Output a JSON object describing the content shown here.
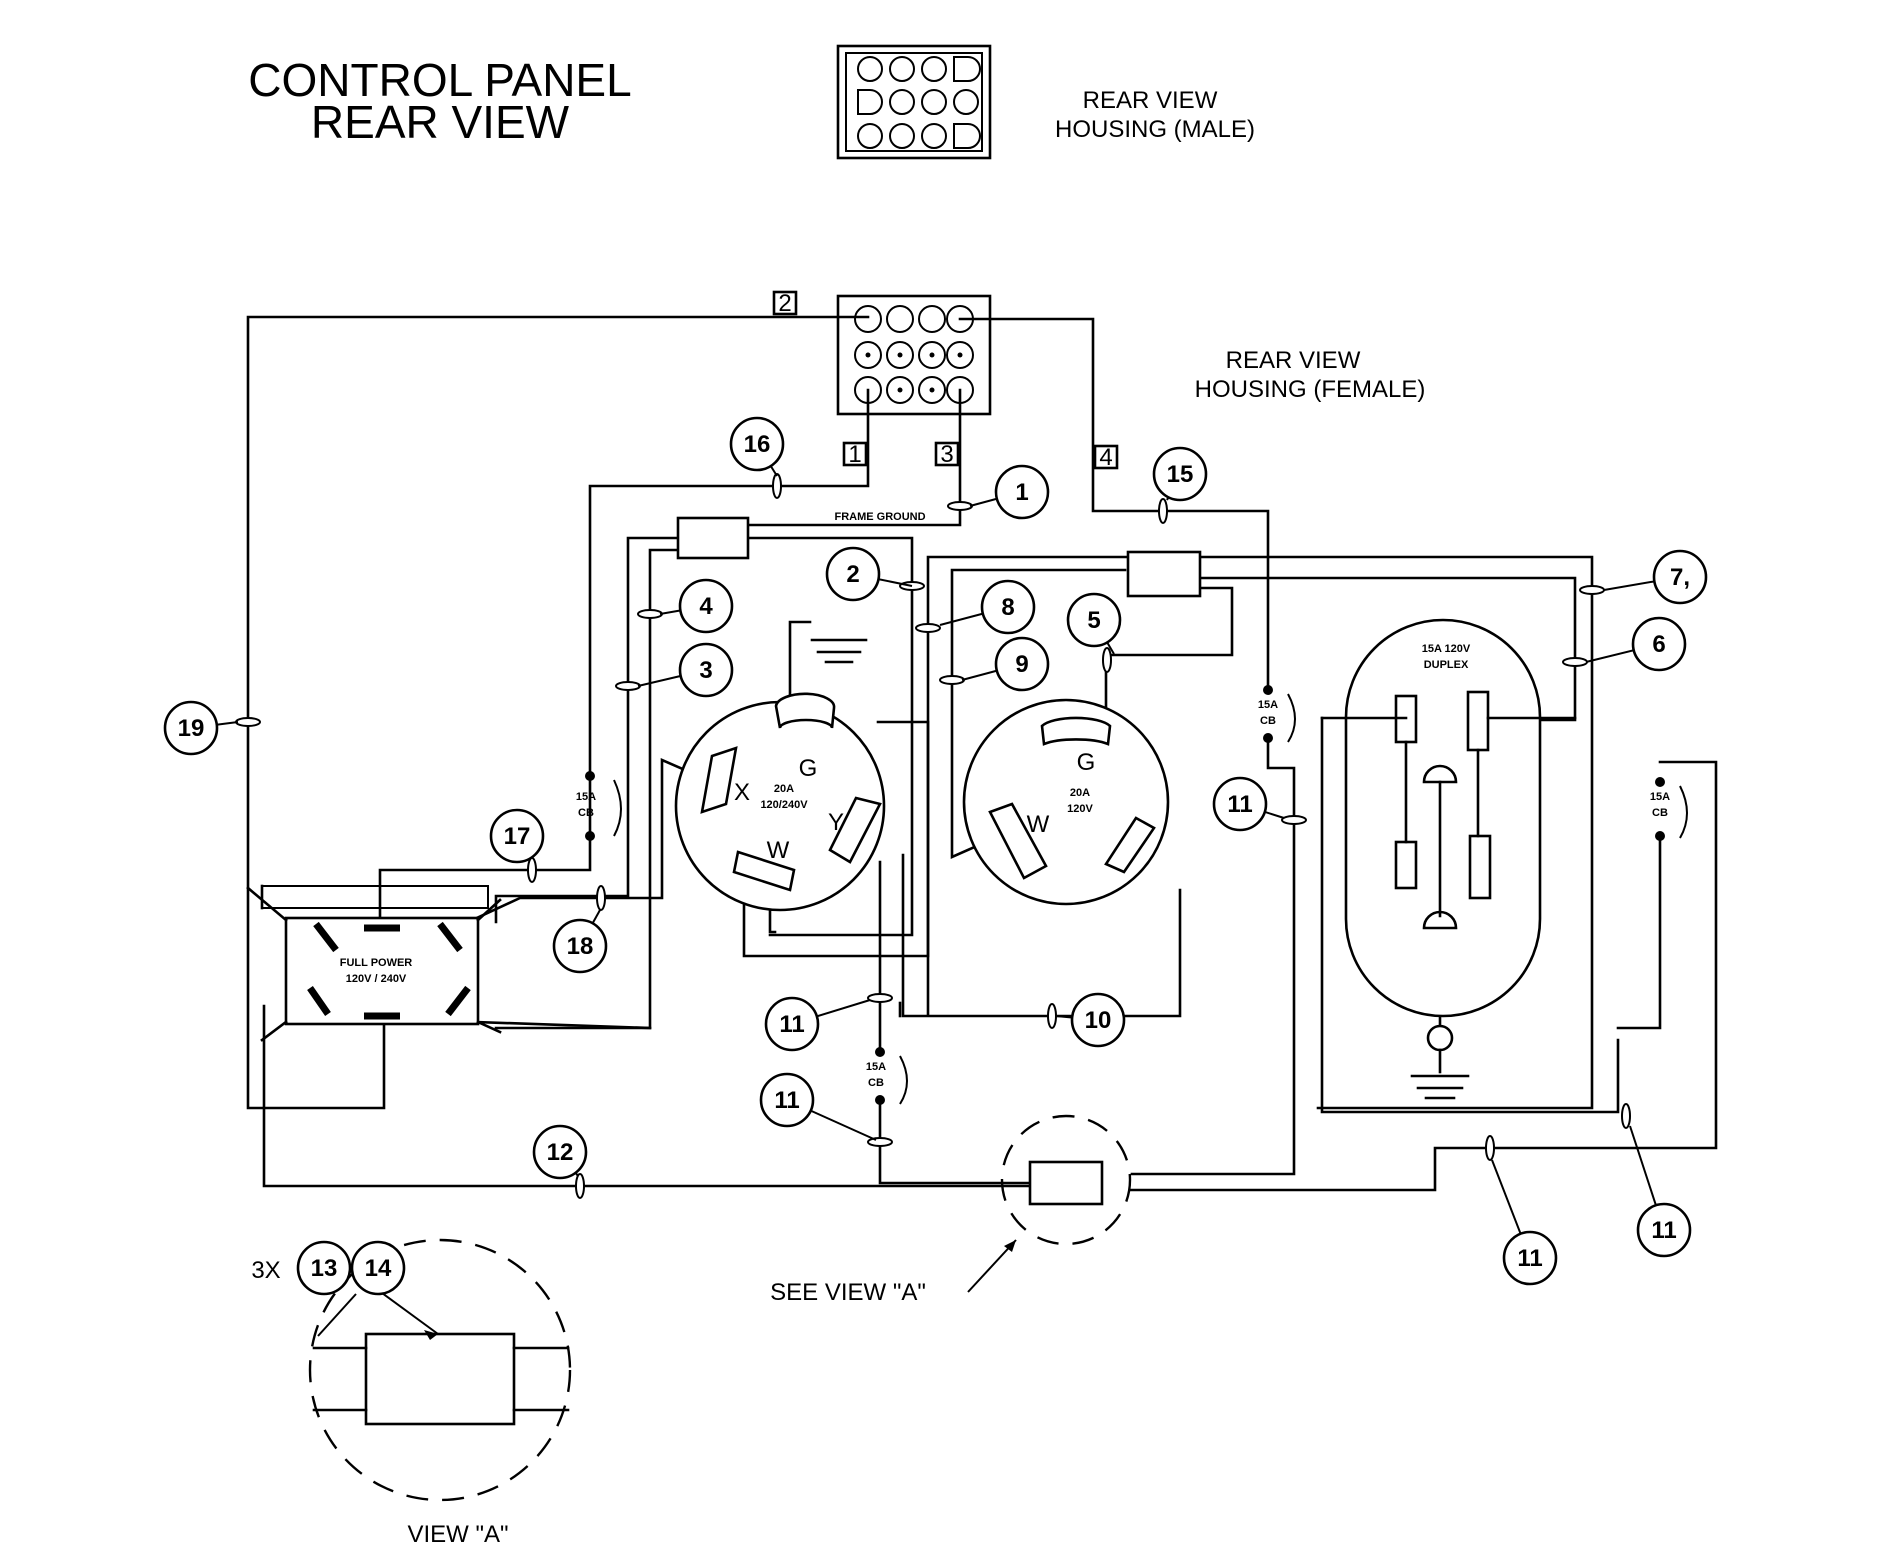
{
  "title": {
    "line1": "CONTROL PANEL",
    "line2": "REAR VIEW"
  },
  "housing_male": {
    "line1": "REAR VIEW",
    "line2": "HOUSING (MALE)"
  },
  "housing_female": {
    "line1": "REAR VIEW",
    "line2": "HOUSING (FEMALE)"
  },
  "frame_ground": "FRAME GROUND",
  "pin_tags": [
    "2",
    "1",
    "3",
    "4"
  ],
  "receptacle_twist_lock": {
    "rating": "20A",
    "voltage": "120/240V",
    "g": "G",
    "x": "X",
    "y": "Y",
    "w": "W"
  },
  "receptacle_120v": {
    "rating": "20A",
    "voltage": "120V",
    "g": "G",
    "w": "W"
  },
  "duplex": {
    "rating": "15A 120V",
    "name": "DUPLEX"
  },
  "full_power": {
    "line1": "FULL POWER",
    "line2": "120V / 240V"
  },
  "breaker": {
    "rating": "15A",
    "type": "CB"
  },
  "see_view": "SEE VIEW \"A\"",
  "view_a": {
    "label": "VIEW \"A\"",
    "qty": "3X"
  },
  "callouts": [
    "16",
    "1",
    "15",
    "2",
    "4",
    "8",
    "5",
    "7,",
    "6",
    "3",
    "9",
    "19",
    "11",
    "17",
    "18",
    "11",
    "10",
    "11",
    "12",
    "11",
    "11",
    "13",
    "14"
  ]
}
